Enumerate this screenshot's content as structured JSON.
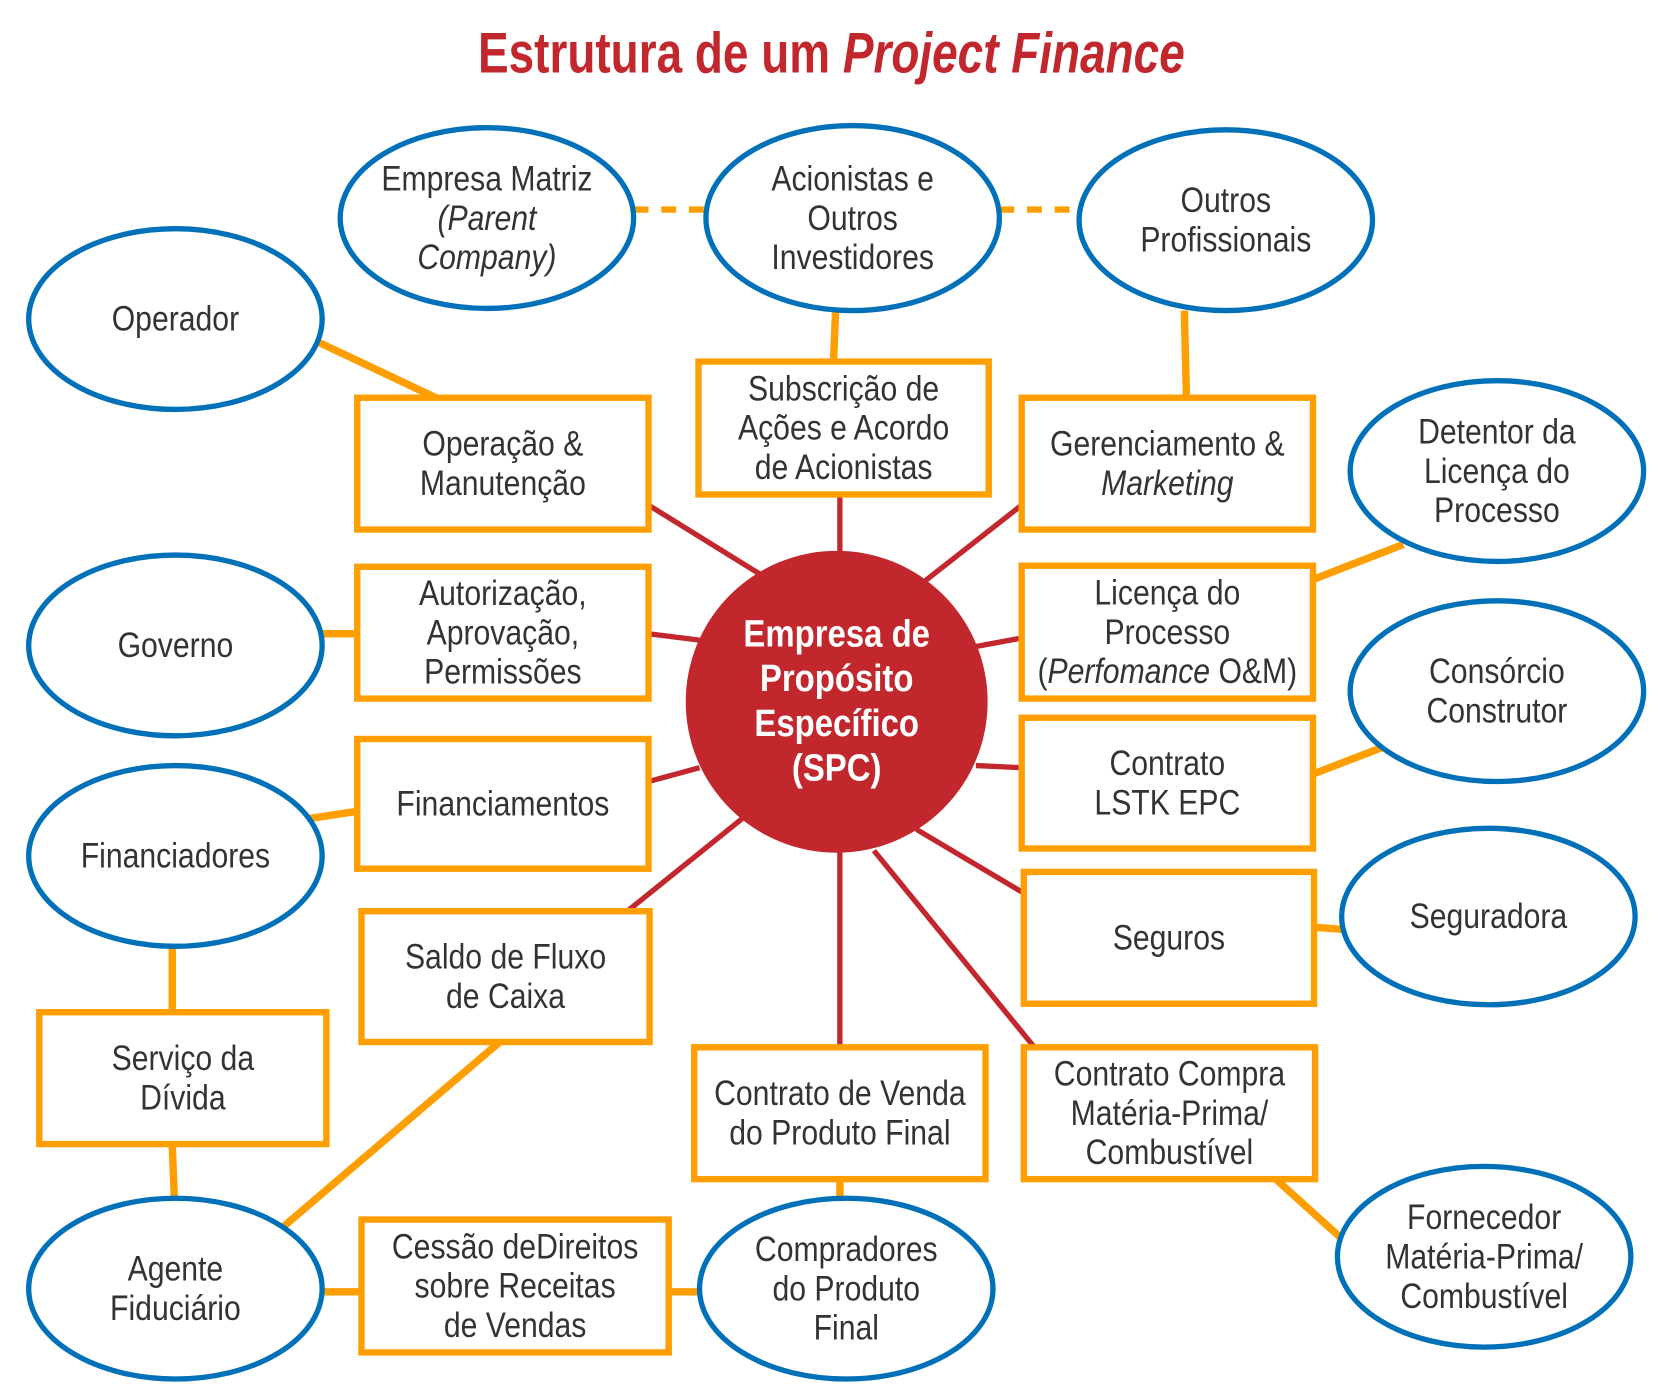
{
  "title": {
    "main": "Estrutura de um ",
    "italic": "Project Finance"
  },
  "colors": {
    "red": "#c1272d",
    "orange": "#ff9e00",
    "blue": "#0070b8",
    "text": "#333333"
  },
  "nodes": [
    {
      "id": "empresa-matriz",
      "type": "ellipse",
      "lines": [
        [
          {
            "t": "Empresa Matriz"
          }
        ],
        [
          {
            "t": "(Parent",
            "i": true
          }
        ],
        [
          {
            "t": "Company)",
            "i": true
          }
        ]
      ]
    },
    {
      "id": "acionistas",
      "type": "ellipse",
      "lines": [
        [
          {
            "t": "Acionistas e"
          }
        ],
        [
          {
            "t": "Outros"
          }
        ],
        [
          {
            "t": "Investidores"
          }
        ]
      ]
    },
    {
      "id": "outros-profissionais",
      "type": "ellipse",
      "lines": [
        [
          {
            "t": "Outros"
          }
        ],
        [
          {
            "t": "Profissionais"
          }
        ]
      ]
    },
    {
      "id": "operador",
      "type": "ellipse",
      "lines": [
        [
          {
            "t": "Operador"
          }
        ]
      ]
    },
    {
      "id": "detentor-licenca",
      "type": "ellipse",
      "lines": [
        [
          {
            "t": "Detentor da"
          }
        ],
        [
          {
            "t": "Licença do"
          }
        ],
        [
          {
            "t": "Processo"
          }
        ]
      ]
    },
    {
      "id": "governo",
      "type": "ellipse",
      "lines": [
        [
          {
            "t": "Governo"
          }
        ]
      ]
    },
    {
      "id": "consorcio-construtor",
      "type": "ellipse",
      "lines": [
        [
          {
            "t": "Consórcio"
          }
        ],
        [
          {
            "t": "Construtor"
          }
        ]
      ]
    },
    {
      "id": "financiadores",
      "type": "ellipse",
      "lines": [
        [
          {
            "t": "Financiadores"
          }
        ]
      ]
    },
    {
      "id": "seguradora",
      "type": "ellipse",
      "lines": [
        [
          {
            "t": "Seguradora"
          }
        ]
      ]
    },
    {
      "id": "agente-fiduciario",
      "type": "ellipse",
      "lines": [
        [
          {
            "t": "Agente"
          }
        ],
        [
          {
            "t": "Fiduciário"
          }
        ]
      ]
    },
    {
      "id": "compradores",
      "type": "ellipse",
      "lines": [
        [
          {
            "t": "Compradores"
          }
        ],
        [
          {
            "t": "do Produto"
          }
        ],
        [
          {
            "t": "Final"
          }
        ]
      ]
    },
    {
      "id": "fornecedor",
      "type": "ellipse",
      "lines": [
        [
          {
            "t": "Fornecedor"
          }
        ],
        [
          {
            "t": "Matéria-Prima/"
          }
        ],
        [
          {
            "t": "Combustível"
          }
        ]
      ]
    },
    {
      "id": "spc",
      "type": "circle",
      "lines": [
        [
          {
            "t": "Empresa de"
          }
        ],
        [
          {
            "t": "Propósito"
          }
        ],
        [
          {
            "t": "Específico"
          }
        ],
        [
          {
            "t": "(SPC)"
          }
        ]
      ]
    },
    {
      "id": "operacao-manutencao",
      "type": "box",
      "lines": [
        [
          {
            "t": "Operação &"
          }
        ],
        [
          {
            "t": "Manutenção"
          }
        ]
      ]
    },
    {
      "id": "subscricao-acoes",
      "type": "box",
      "lines": [
        [
          {
            "t": "Subscrição de"
          }
        ],
        [
          {
            "t": "Ações e Acordo"
          }
        ],
        [
          {
            "t": "de Acionistas"
          }
        ]
      ]
    },
    {
      "id": "gerenciamento-marketing",
      "type": "box",
      "lines": [
        [
          {
            "t": "Gerenciamento &"
          }
        ],
        [
          {
            "t": "Marketing",
            "i": true
          }
        ]
      ]
    },
    {
      "id": "autorizacao",
      "type": "box",
      "lines": [
        [
          {
            "t": "Autorização,"
          }
        ],
        [
          {
            "t": "Aprovação,"
          }
        ],
        [
          {
            "t": "Permissões"
          }
        ]
      ]
    },
    {
      "id": "licenca-processo",
      "type": "box",
      "lines": [
        [
          {
            "t": "Licença do"
          }
        ],
        [
          {
            "t": "Processo"
          }
        ],
        [
          {
            "t": "("
          },
          {
            "t": "Perfomance",
            "i": true
          },
          {
            "t": " O&M)"
          }
        ]
      ]
    },
    {
      "id": "financiamentos",
      "type": "box",
      "lines": [
        [
          {
            "t": "Financiamentos"
          }
        ]
      ]
    },
    {
      "id": "contrato-lstk",
      "type": "box",
      "lines": [
        [
          {
            "t": "Contrato"
          }
        ],
        [
          {
            "t": "LSTK EPC"
          }
        ]
      ]
    },
    {
      "id": "saldo-fluxo-caixa",
      "type": "box",
      "lines": [
        [
          {
            "t": "Saldo de Fluxo"
          }
        ],
        [
          {
            "t": "de Caixa"
          }
        ]
      ]
    },
    {
      "id": "seguros",
      "type": "box",
      "lines": [
        [
          {
            "t": "Seguros"
          }
        ]
      ]
    },
    {
      "id": "servico-divida",
      "type": "box",
      "lines": [
        [
          {
            "t": "Serviço da"
          }
        ],
        [
          {
            "t": "Dívida"
          }
        ]
      ]
    },
    {
      "id": "contrato-venda",
      "type": "box",
      "lines": [
        [
          {
            "t": "Contrato de Venda"
          }
        ],
        [
          {
            "t": "do Produto Final"
          }
        ]
      ]
    },
    {
      "id": "contrato-compra",
      "type": "box",
      "lines": [
        [
          {
            "t": "Contrato Compra"
          }
        ],
        [
          {
            "t": "Matéria-Prima/"
          }
        ],
        [
          {
            "t": "Combustível"
          }
        ]
      ]
    },
    {
      "id": "cessao-direitos",
      "type": "box",
      "lines": [
        [
          {
            "t": "Cessão deDireitos"
          }
        ],
        [
          {
            "t": "sobre Receitas"
          }
        ],
        [
          {
            "t": "de Vendas"
          }
        ]
      ]
    }
  ]
}
